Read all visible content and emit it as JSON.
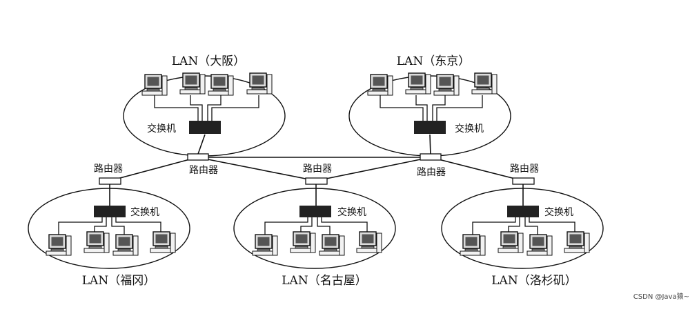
{
  "lans": [
    {
      "id": "osaka",
      "title": "LAN（大阪）",
      "switch_label": "交换机"
    },
    {
      "id": "tokyo",
      "title": "LAN（东京）",
      "switch_label": "交换机"
    },
    {
      "id": "fukuoka",
      "title": "LAN（福冈）",
      "switch_label": "交换机"
    },
    {
      "id": "nagoya",
      "title": "LAN（名古屋）",
      "switch_label": "交换机"
    },
    {
      "id": "la",
      "title": "LAN（洛杉矶）",
      "switch_label": "交换机"
    }
  ],
  "routers": [
    {
      "id": "router-left",
      "label": "路由器"
    },
    {
      "id": "router-osaka",
      "label": "路由器"
    },
    {
      "id": "router-nagoya",
      "label": "路由器"
    },
    {
      "id": "router-tokyo",
      "label": "路由器"
    },
    {
      "id": "router-right",
      "label": "路由器"
    }
  ],
  "watermark": "CSDN @Java猿~"
}
